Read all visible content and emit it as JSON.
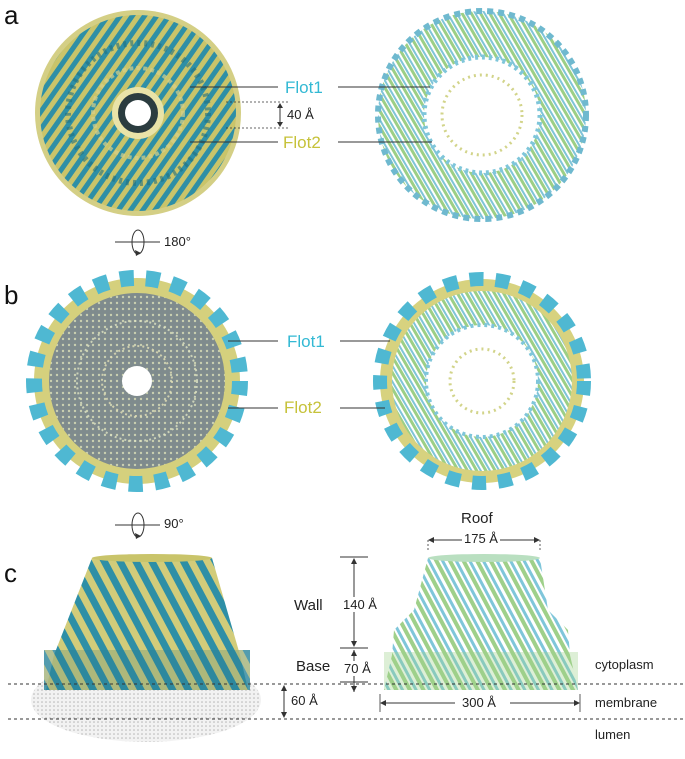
{
  "panels": {
    "a": {
      "letter": "a",
      "flot1_label": "Flot1",
      "flot2_label": "Flot2",
      "gap_label": "40 Å",
      "rotation_label": "180°"
    },
    "b": {
      "letter": "b",
      "flot1_label": "Flot1",
      "flot2_label": "Flot2",
      "rotation_label": "90°"
    },
    "c": {
      "letter": "c",
      "roof_label": "Roof",
      "roof_width": "175 Å",
      "wall_label": "Wall",
      "wall_height": "140 Å",
      "base_label": "Base",
      "base_height": "70 Å",
      "membrane_thickness": "60 Å",
      "base_width": "300 Å",
      "cytoplasm_label": "cytoplasm",
      "membrane_label": "membrane",
      "lumen_label": "lumen"
    }
  },
  "colors": {
    "flot1": "#33b9d4",
    "flot2": "#c6c23a",
    "flot1_dark": "#1f7f95",
    "flot2_dark": "#8f8b22",
    "membrane_gray": "#cfcfcf"
  }
}
